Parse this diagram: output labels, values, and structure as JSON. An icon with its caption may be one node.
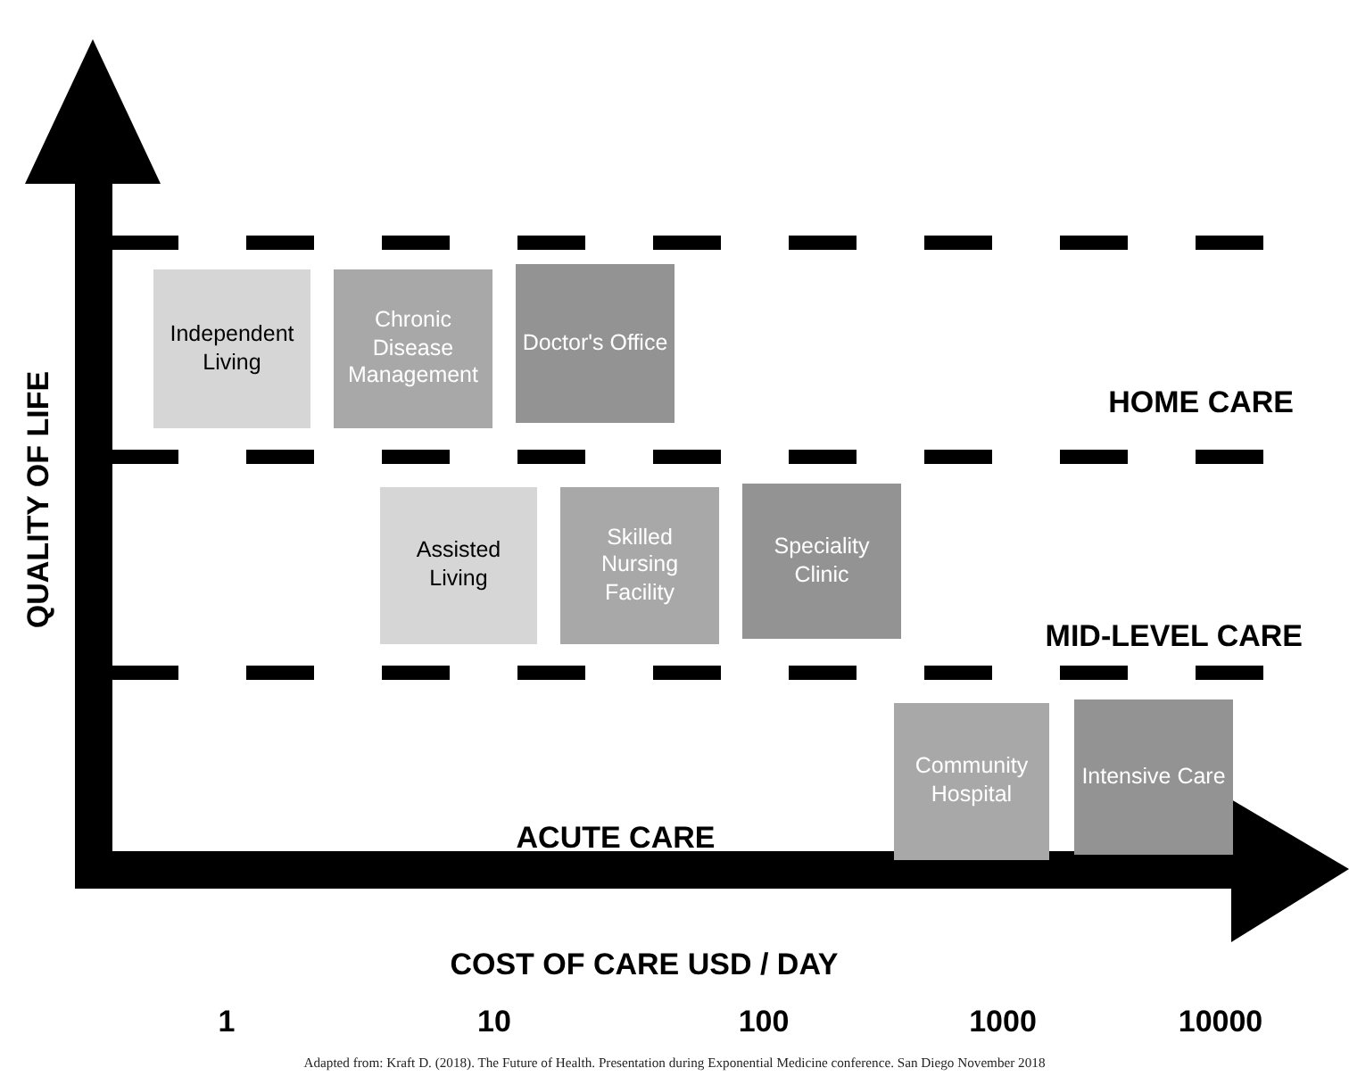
{
  "diagram": {
    "caption": "Adapted from: Kraft D. (2018). The Future of Health. Presentation during Exponential Medicine conference. San Diego November 2018",
    "nodes": [
      {
        "text": [
          "Independent Living"
        ]
      },
      {
        "text": [
          "Chronic Disease Management"
        ]
      },
      {
        "text": [
          "Doctor's Office"
        ]
      },
      {
        "text": [
          "Assisted Living"
        ]
      },
      {
        "text": [
          "Skilled Nursing Facility"
        ]
      },
      {
        "text": [
          "Speciality Clinic"
        ]
      },
      {
        "text": [
          "Community Hospital"
        ]
      },
      {
        "text": [
          "Intensive Care"
        ]
      }
    ],
    "edges": [],
    "labels": [
      "QUALITY OF LIFE",
      "HOME CARE",
      "MID-LEVEL CARE",
      "ACUTE CARE",
      "COST OF CARE USD / DAY",
      "1",
      "10",
      "100",
      "1000",
      "10000"
    ]
  }
}
